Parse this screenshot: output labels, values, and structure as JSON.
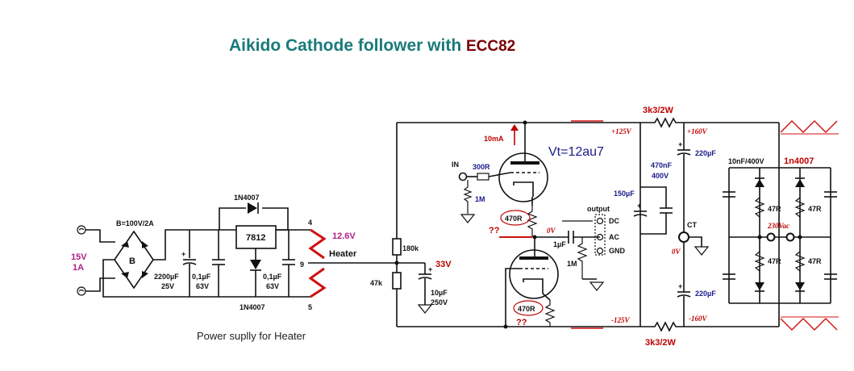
{
  "title": {
    "main": "Aikido Cathode follower with ",
    "tube": "ECC82",
    "main_color": "#1a7a7a",
    "tube_color": "#7a0000"
  },
  "psu": {
    "input_v": "15V",
    "input_a": "1A",
    "bridge_rating": "B=100V/2A",
    "bridge_label": "B",
    "cap1_value": "2200µF",
    "cap1_voltage": "25V",
    "cap2_value": "0,1µF",
    "cap2_voltage": "63V",
    "regulator": "7812",
    "diode_top": "1N4007",
    "diode_bottom": "1N4007",
    "cap3_value": "0,1µF",
    "cap3_voltage": "63V",
    "pin4": "4",
    "pin9": "9",
    "pin5": "5",
    "heater_voltage": "12.6V",
    "heater_label": "Heater",
    "caption": "Power suplly for Heater"
  },
  "bias": {
    "r_top": "180k",
    "r_bottom": "47k",
    "voltage": "33V",
    "cap_value": "10µF",
    "cap_voltage": "250V"
  },
  "amp": {
    "current": "10mA",
    "tube_label": "Vt=12au7",
    "input_label": "IN",
    "grid_resistor": "300R",
    "input_resistor": "1M",
    "cathode_resistor_top": "470R",
    "cathode_resistor_bottom": "470R",
    "question_top": "??",
    "question_bottom": "??",
    "zero_v": "0V",
    "output_label": "output",
    "out_dc": "DC",
    "out_ac": "AC",
    "out_gnd": "GND",
    "coupling_cap": "1µF",
    "output_resistor": "1M"
  },
  "hv": {
    "plus125": "+125V",
    "minus125": "-125V",
    "plus160": "+160V",
    "minus160": "-160V",
    "r_top": "3k3/2W",
    "r_bottom": "3k3/2W",
    "c150": "150µF",
    "c470": "470nF",
    "c470_voltage": "400V",
    "c220_top": "220µF",
    "c220_bottom": "220µF",
    "ct": "CT",
    "zero_v": "0V",
    "snubber_cap": "10nF/400V",
    "diode": "1n4007",
    "r1": "47R",
    "r2": "47R",
    "r3": "47R",
    "r4": "47R",
    "ac_label": "230Vac"
  }
}
